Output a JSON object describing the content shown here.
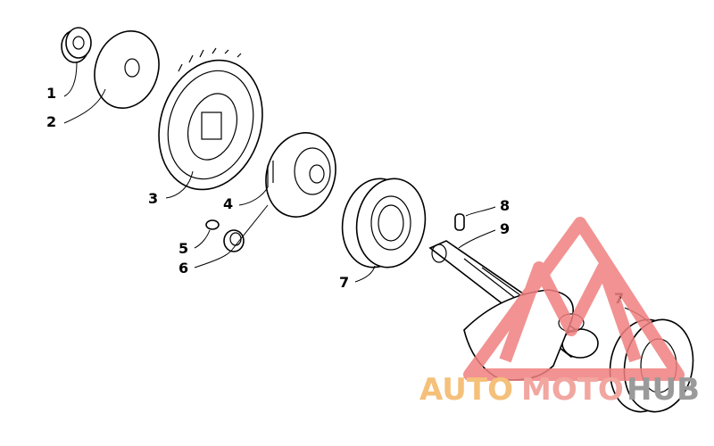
{
  "callouts": {
    "c1": "1",
    "c2": "2",
    "c3": "3",
    "c4": "4",
    "c5": "5",
    "c6": "6",
    "c7a": "7",
    "c7b": "7",
    "c8": "8",
    "c9": "9"
  },
  "watermark": {
    "auto": "AUTO",
    "moto": "MOTO",
    "hub": "HUB",
    "colors": {
      "logo": "#f08080",
      "auto": "#f5c07a",
      "moto": "#f2a6a0",
      "hub": "#9a9a9a"
    }
  }
}
